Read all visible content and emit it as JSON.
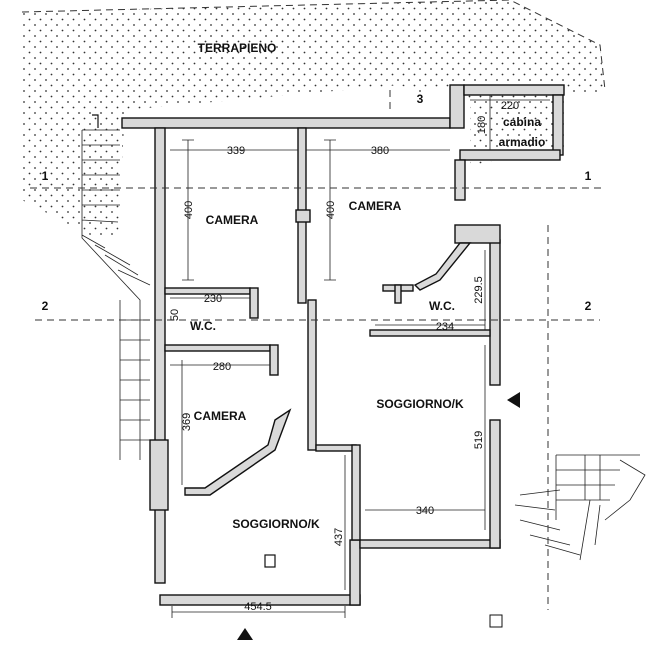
{
  "labels": {
    "terrapieno": "TERRAPIENO",
    "camera_1": "CAMERA",
    "camera_2": "CAMERA",
    "camera_3": "CAMERA",
    "wc_left": "W.C.",
    "wc_right": "W.C.",
    "soggiorno_left": "SOGGIORNO/K",
    "soggiorno_right": "SOGGIORNO/K",
    "cabina_1": "cabina",
    "cabina_2": "armadio"
  },
  "dimensions": {
    "d339": "339",
    "d380": "380",
    "d220": "220",
    "d180": "180",
    "d400_left": "400",
    "d400_right": "400",
    "d230": "230",
    "d50": "50",
    "d280": "280",
    "d369": "369",
    "d2295": "229.5",
    "d234": "234",
    "d519": "519",
    "d340": "340",
    "d437": "437",
    "d4545": "454.5"
  },
  "sections": {
    "s1_left": "1",
    "s1_right": "1",
    "s2_left": "2",
    "s2_right": "2",
    "s3": "3"
  }
}
